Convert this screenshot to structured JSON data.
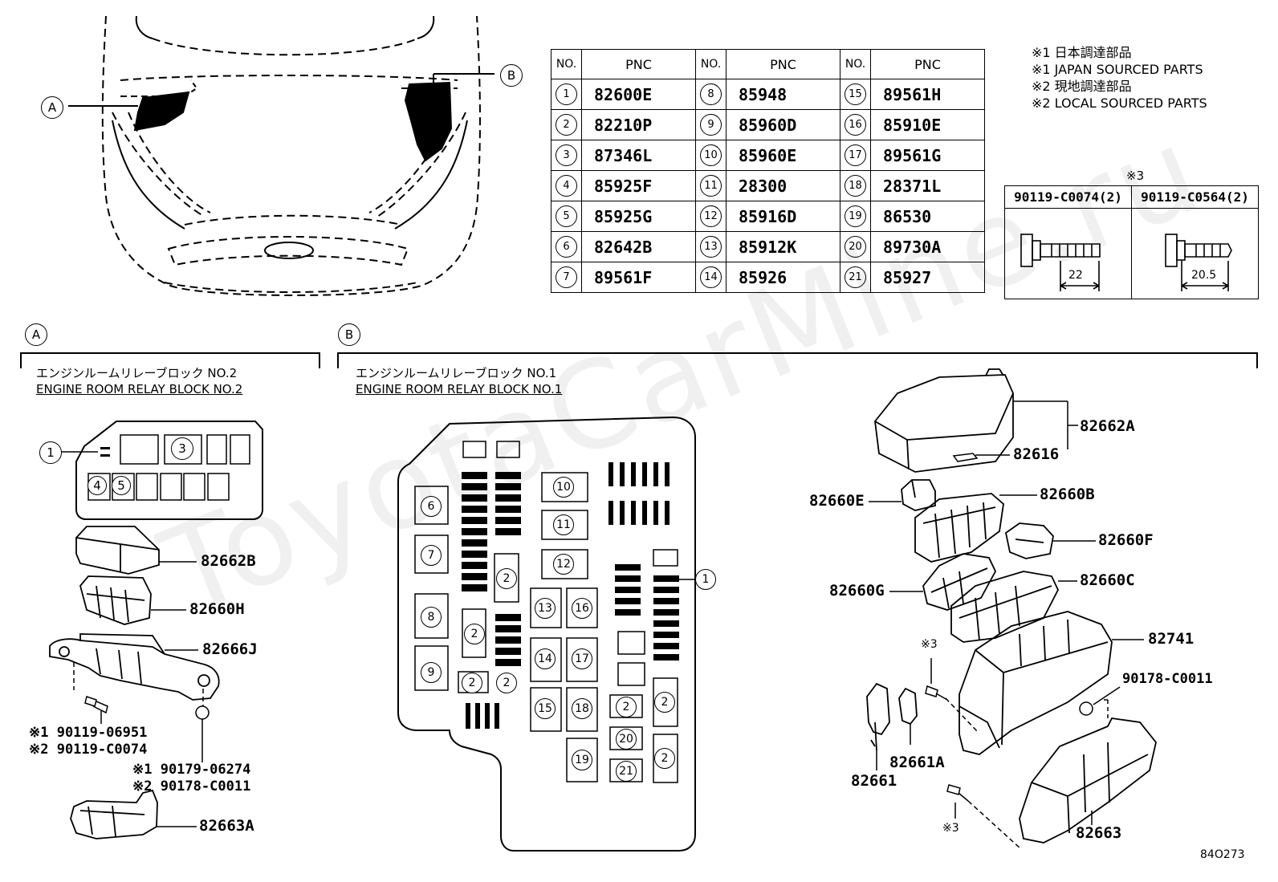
{
  "notes": {
    "line1": "※1 日本調達部品",
    "line2": "※1 JAPAN SOURCED PARTS",
    "line3": "※2 現地調達部品",
    "line4": "※2 LOCAL SOURCED PARTS"
  },
  "pnc_table": {
    "headers": [
      "NO.",
      "PNC",
      "NO.",
      "PNC",
      "NO.",
      "PNC"
    ],
    "rows": [
      [
        {
          "no": "1",
          "pnc": "82600E"
        },
        {
          "no": "8",
          "pnc": "85948"
        },
        {
          "no": "15",
          "pnc": "89561H"
        }
      ],
      [
        {
          "no": "2",
          "pnc": "82210P"
        },
        {
          "no": "9",
          "pnc": "85960D"
        },
        {
          "no": "16",
          "pnc": "85910E"
        }
      ],
      [
        {
          "no": "3",
          "pnc": "87346L"
        },
        {
          "no": "10",
          "pnc": "85960E"
        },
        {
          "no": "17",
          "pnc": "89561G"
        }
      ],
      [
        {
          "no": "4",
          "pnc": "85925F"
        },
        {
          "no": "11",
          "pnc": "28300"
        },
        {
          "no": "18",
          "pnc": "28371L"
        }
      ],
      [
        {
          "no": "5",
          "pnc": "85925G"
        },
        {
          "no": "12",
          "pnc": "85916D"
        },
        {
          "no": "19",
          "pnc": "86530"
        }
      ],
      [
        {
          "no": "6",
          "pnc": "82642B"
        },
        {
          "no": "13",
          "pnc": "85912K"
        },
        {
          "no": "20",
          "pnc": "89730A"
        }
      ],
      [
        {
          "no": "7",
          "pnc": "89561F"
        },
        {
          "no": "14",
          "pnc": "85926"
        },
        {
          "no": "21",
          "pnc": "85927"
        }
      ]
    ]
  },
  "bolt_table": {
    "mark": "※3",
    "col1": "90119-C0074(2)",
    "col2": "90119-C0564(2)",
    "dim1": "22",
    "dim2": "20.5"
  },
  "callouts": {
    "a": "A",
    "b": "B"
  },
  "section_a": {
    "title_jp": "エンジンルームリレーブロック NO.2",
    "title_en": "ENGINE ROOM RELAY BLOCK NO.2",
    "parts": {
      "p82662B": "82662B",
      "p82660H": "82660H",
      "p82666J": "82666J",
      "p90119_06951": "※1 90119-06951",
      "p90119_C0074": "※2 90119-C0074",
      "p90179_06274": "※1 90179-06274",
      "p90178_C0011": "※2 90178-C0011",
      "p82663A": "82663A"
    }
  },
  "section_b": {
    "title_jp": "エンジンルームリレーブロック NO.1",
    "title_en": "ENGINE ROOM RELAY BLOCK NO.1",
    "parts": {
      "p82662A": "82662A",
      "p82616": "82616",
      "p82660E": "82660E",
      "p82660B": "82660B",
      "p82660F": "82660F",
      "p82660G": "82660G",
      "p82660C": "82660C",
      "p82741": "82741",
      "p90178_C0011": "90178-C0011",
      "p82661A": "82661A",
      "p82661": "82661",
      "p82663": "82663",
      "mark_top": "※3",
      "mark_bottom": "※3"
    }
  },
  "block_no2_numbers": [
    "1",
    "3",
    "4",
    "5"
  ],
  "block_no1_numbers": [
    "6",
    "7",
    "8",
    "9",
    "2",
    "2",
    "2",
    "2",
    "10",
    "11",
    "12",
    "13",
    "16",
    "14",
    "17",
    "15",
    "18",
    "19",
    "2",
    "20",
    "21",
    "2",
    "2",
    "1"
  ],
  "watermark": "ToyotaCarMine.ru",
  "figure_code": "84O273"
}
